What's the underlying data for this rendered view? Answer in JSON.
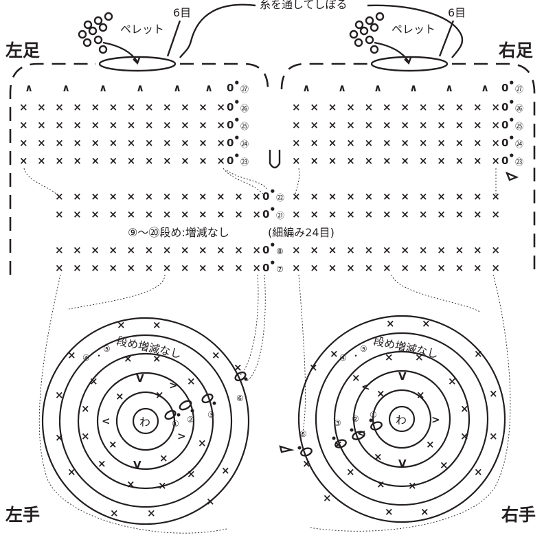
{
  "labels": {
    "left_foot": "左足",
    "right_foot": "右足",
    "left_hand": "左手",
    "right_hand": "右手",
    "pellet": "ペレット",
    "six_stitches": "6目",
    "thread_note": "糸を通してしぼる",
    "no_change_9_20": "⑨〜⑳段め:増減なし",
    "stitch_count": "(細編み24目)",
    "rows_4_5_note": "段め増減なし",
    "ring": "わ"
  },
  "row_numbers": {
    "r27": "㉗",
    "r26": "㉖",
    "r25": "㉕",
    "r24": "㉔",
    "r23": "㉓",
    "r22": "㉒",
    "r21": "㉑",
    "r8": "⑧",
    "r7": "⑦",
    "r1": "①",
    "r2": "②",
    "r3": "③",
    "r4": "④",
    "r5": "⑤",
    "r6": "⑥"
  },
  "symbols": {
    "single_crochet": "×",
    "decrease": "∧",
    "increase": "V",
    "chain": "0",
    "slip_stitch": "•"
  },
  "colors": {
    "ink": "#231f20",
    "background": "#ffffff"
  }
}
